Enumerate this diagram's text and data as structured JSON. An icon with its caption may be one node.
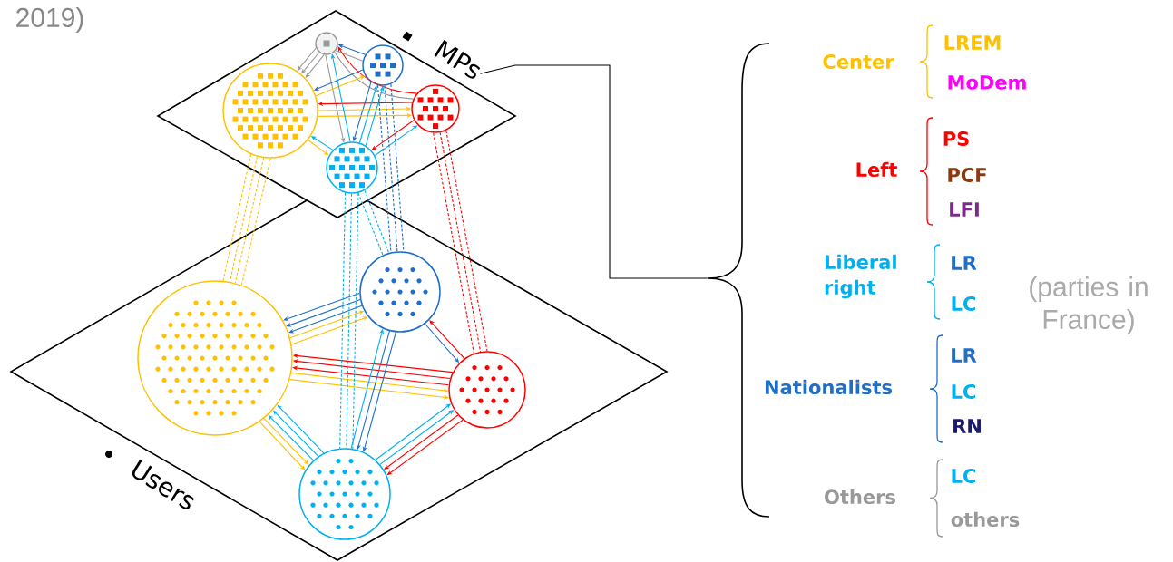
{
  "diagram": {
    "nodes": [
      {
        "text": [
          "MPs"
        ]
      },
      {
        "text": [],
        "shape": "circle",
        "in": 0
      },
      {
        "text": [],
        "shape": "circle",
        "in": 0
      },
      {
        "text": [],
        "shape": "circle",
        "in": 0
      },
      {
        "text": [],
        "shape": "circle",
        "in": 0
      },
      {
        "text": [],
        "shape": "circle",
        "in": 0
      },
      {
        "text": [
          "Users"
        ]
      },
      {
        "text": [],
        "shape": "circle",
        "in": 6
      },
      {
        "text": [],
        "shape": "circle",
        "in": 6
      },
      {
        "text": [],
        "shape": "circle",
        "in": 6
      },
      {
        "text": [],
        "shape": "circle",
        "in": 6
      },
      {
        "text": [],
        "shape": "brace"
      }
    ],
    "edges": [
      {
        "from": 1,
        "to": 4,
        "arrow": "to",
        "color": "#999999"
      },
      {
        "from": 1,
        "to": 4,
        "arrow": "to",
        "color": "#999999"
      },
      {
        "from": 1,
        "to": 4,
        "arrow": "to",
        "color": "#999999"
      },
      {
        "from": 1,
        "to": 2,
        "arrow": "none",
        "color": "#999999"
      },
      {
        "from": 1,
        "to": 3,
        "arrow": "none",
        "color": "#999999"
      },
      {
        "from": 1,
        "to": 5,
        "arrow": "to",
        "color": "#999999"
      },
      {
        "from": 2,
        "to": 1,
        "arrow": "to",
        "color": "#1f6fc9"
      },
      {
        "from": 2,
        "to": 4,
        "arrow": "to",
        "color": "#1f6fc9"
      },
      {
        "from": 2,
        "to": 5,
        "arrow": "to",
        "color": "#1f6fc9"
      },
      {
        "from": 3,
        "to": 1,
        "arrow": "to",
        "color": "#ff0000"
      },
      {
        "from": 3,
        "to": 4,
        "arrow": "to",
        "color": "#ff0000"
      },
      {
        "from": 3,
        "to": 5,
        "arrow": "to",
        "color": "#ff0000"
      },
      {
        "from": 4,
        "to": 2,
        "arrow": "to",
        "color": "#ffc000"
      },
      {
        "from": 4,
        "to": 3,
        "arrow": "to",
        "color": "#ffc000"
      },
      {
        "from": 4,
        "to": 3,
        "arrow": "to",
        "color": "#ffc000"
      },
      {
        "from": 4,
        "to": 5,
        "arrow": "to",
        "color": "#ffc000"
      },
      {
        "from": 5,
        "to": 1,
        "arrow": "to",
        "color": "#00b0f0"
      },
      {
        "from": 5,
        "to": 2,
        "arrow": "to",
        "color": "#00b0f0"
      },
      {
        "from": 5,
        "to": 2,
        "arrow": "to",
        "color": "#00b0f0"
      },
      {
        "from": 5,
        "to": 4,
        "arrow": "to",
        "color": "#00b0f0"
      },
      {
        "from": 5,
        "to": 3,
        "arrow": "to",
        "color": "#00b0f0"
      },
      {
        "from": 7,
        "to": 8,
        "arrow": "to",
        "color": "#ffc000"
      },
      {
        "from": 7,
        "to": 8,
        "arrow": "to",
        "color": "#ffc000"
      },
      {
        "from": 8,
        "to": 7,
        "arrow": "to",
        "color": "#1f6fc9"
      },
      {
        "from": 8,
        "to": 7,
        "arrow": "to",
        "color": "#1f6fc9"
      },
      {
        "from": 8,
        "to": 7,
        "arrow": "to",
        "color": "#1f6fc9"
      },
      {
        "from": 7,
        "to": 9,
        "arrow": "to",
        "color": "#ffc000"
      },
      {
        "from": 7,
        "to": 9,
        "arrow": "to",
        "color": "#ffc000"
      },
      {
        "from": 9,
        "to": 7,
        "arrow": "to",
        "color": "#ff0000"
      },
      {
        "from": 9,
        "to": 7,
        "arrow": "to",
        "color": "#ff0000"
      },
      {
        "from": 9,
        "to": 7,
        "arrow": "to",
        "color": "#ff0000"
      },
      {
        "from": 7,
        "to": 10,
        "arrow": "to",
        "color": "#ffc000"
      },
      {
        "from": 7,
        "to": 10,
        "arrow": "to",
        "color": "#ffc000"
      },
      {
        "from": 10,
        "to": 7,
        "arrow": "to",
        "color": "#00b0f0"
      },
      {
        "from": 10,
        "to": 7,
        "arrow": "to",
        "color": "#00b0f0"
      },
      {
        "from": 10,
        "to": 7,
        "arrow": "to",
        "color": "#00b0f0"
      },
      {
        "from": 10,
        "to": 8,
        "arrow": "to",
        "color": "#00b0f0"
      },
      {
        "from": 8,
        "to": 10,
        "arrow": "to",
        "color": "#1f6fc9"
      },
      {
        "from": 8,
        "to": 10,
        "arrow": "to",
        "color": "#1f6fc9"
      },
      {
        "from": 10,
        "to": 9,
        "arrow": "to",
        "color": "#00b0f0"
      },
      {
        "from": 10,
        "to": 9,
        "arrow": "to",
        "color": "#00b0f0"
      },
      {
        "from": 9,
        "to": 10,
        "arrow": "to",
        "color": "#ff0000"
      },
      {
        "from": 9,
        "to": 10,
        "arrow": "to",
        "color": "#ff0000"
      },
      {
        "from": 8,
        "to": 9,
        "arrow": "to",
        "color": "#1f6fc9"
      },
      {
        "from": 9,
        "to": 8,
        "arrow": "to",
        "color": "#ff0000"
      },
      {
        "from": 4,
        "to": 7,
        "arrow": "none",
        "style": "dashed",
        "color": "#ffc000"
      },
      {
        "from": 4,
        "to": 7,
        "arrow": "none",
        "style": "dashed",
        "color": "#ffc000"
      },
      {
        "from": 4,
        "to": 7,
        "arrow": "none",
        "style": "dashed",
        "color": "#ffc000"
      },
      {
        "from": 4,
        "to": 7,
        "arrow": "none",
        "style": "dashed",
        "color": "#ffc000"
      },
      {
        "from": 5,
        "to": 10,
        "arrow": "none",
        "style": "dashed",
        "color": "#00b0f0"
      },
      {
        "from": 5,
        "to": 10,
        "arrow": "none",
        "style": "dashed",
        "color": "#00b0f0"
      },
      {
        "from": 5,
        "to": 10,
        "arrow": "none",
        "style": "dashed",
        "color": "#00b0f0"
      },
      {
        "from": 2,
        "to": 8,
        "arrow": "none",
        "style": "dashed",
        "color": "#1f6fc9"
      },
      {
        "from": 2,
        "to": 8,
        "arrow": "none",
        "style": "dashed",
        "color": "#1f6fc9"
      },
      {
        "from": 2,
        "to": 8,
        "arrow": "none",
        "style": "dashed",
        "color": "#1f6fc9"
      },
      {
        "from": 3,
        "to": 9,
        "arrow": "none",
        "style": "dashed",
        "color": "#ff0000"
      },
      {
        "from": 3,
        "to": 9,
        "arrow": "none",
        "style": "dashed",
        "color": "#ff0000"
      },
      {
        "from": 3,
        "to": 9,
        "arrow": "none",
        "style": "dashed",
        "color": "#ff0000"
      },
      {
        "from": 5,
        "to": 8,
        "arrow": "none",
        "style": "dashed",
        "color": "#00b0f0"
      },
      {
        "from": 5,
        "to": 8,
        "arrow": "none",
        "style": "dashed",
        "color": "#00b0f0"
      },
      {
        "from": 0,
        "to": 11,
        "arrow": "none",
        "color": "#000000"
      }
    ],
    "labels": [
      "2019)",
      "Center",
      "LREM",
      "MoDem",
      "Left",
      "PS",
      "PCF",
      "LFI",
      "Liberal right",
      "LR",
      "LC",
      "Nationalists",
      "LR",
      "LC",
      "RN",
      "Others",
      "LC",
      "others",
      "(parties in France)"
    ]
  }
}
